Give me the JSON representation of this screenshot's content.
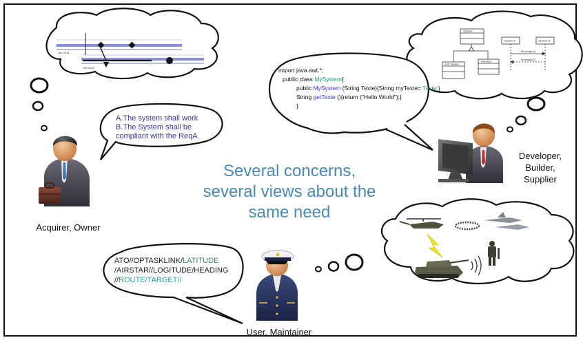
{
  "center_title": {
    "line1": "Several concerns,",
    "line2": "several views about the",
    "line3": "same need"
  },
  "roles": {
    "acquirer": "Acquirer, Owner",
    "developer_l1": "Developer,",
    "developer_l2": "Builder,",
    "developer_l3": "Supplier",
    "user": "User, Maintainer"
  },
  "requirements": {
    "line1": "A.The system shall work",
    "line2": "B.The System shall be",
    "line3": "compliant with the ReqA."
  },
  "code": {
    "line1": "import java.awt.*;",
    "line2_a": "public class ",
    "line2_b": "MySystem",
    "line2_c": "{",
    "line3_a": "public ",
    "line3_b": "MySystem",
    "line3_c": " (String Texte){String myTexte= ",
    "line3_d": "Texte",
    "line3_e": ";}",
    "line4_a": "String ",
    "line4_b": "getTexte",
    "line4_c": " (){return (\"Hello World\");}",
    "line5": "}"
  },
  "message": {
    "line1_a": "ATO//OPTASKLINK/",
    "line1_b": "LATITUDE",
    "line2": "/AIRSTAR//LOGITUDE/HEADING",
    "line3_a": "//",
    "line3_b": "ROUTE/TARGET//"
  },
  "uml": {
    "system": "System",
    "subsystem": "Sub System",
    "interface": "Interface",
    "system_a": "System A",
    "system_b": "System B",
    "message1": "Message1()",
    "message2": "Message2()"
  },
  "colors": {
    "center_text": "#4a8ab8",
    "req_text": "#3a3aa0",
    "code_blue": "#3b3bd6",
    "code_green": "#1f9a7a"
  }
}
